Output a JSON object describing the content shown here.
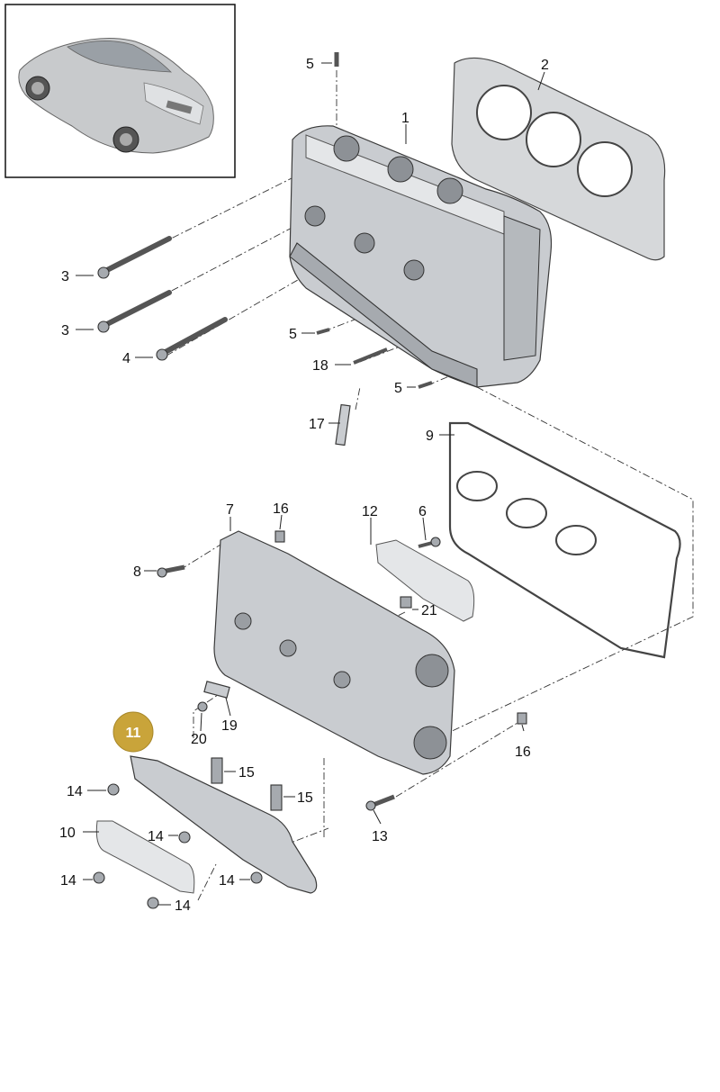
{
  "inset": {
    "name": "vehicle-thumbnail"
  },
  "callouts": {
    "c1": "1",
    "c2": "2",
    "c3a": "3",
    "c3b": "3",
    "c4": "4",
    "c5a": "5",
    "c5b": "5",
    "c5c": "5",
    "c6": "6",
    "c7": "7",
    "c8": "8",
    "c9": "9",
    "c10": "10",
    "c11": "11",
    "c12": "12",
    "c13": "13",
    "c14a": "14",
    "c14b": "14",
    "c14c": "14",
    "c14d": "14",
    "c14e": "14",
    "c15a": "15",
    "c15b": "15",
    "c16a": "16",
    "c16b": "16",
    "c17": "17",
    "c18": "18",
    "c19": "19",
    "c20": "20",
    "c21": "21"
  },
  "colors": {
    "highlight_badge": "#c9a43a",
    "line": "#222222",
    "part_fill": "#c9ccd0"
  }
}
